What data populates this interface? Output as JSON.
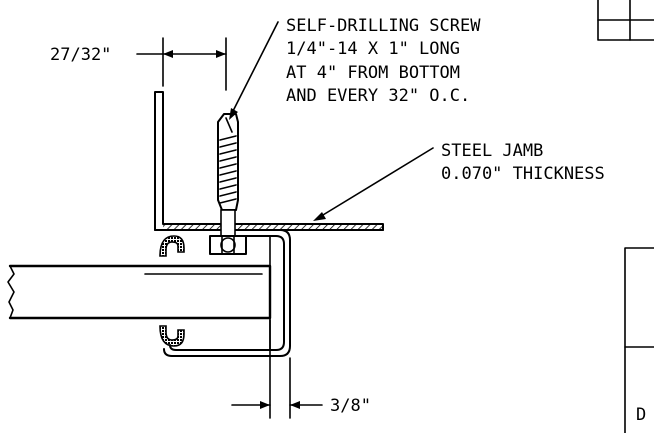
{
  "dimensions": {
    "top_offset": "27/32\"",
    "bottom_offset": "3/8\""
  },
  "callouts": {
    "screw": {
      "lines": [
        "SELF-DRILLING SCREW",
        "1/4\"-14 X 1\" LONG",
        "AT 4\" FROM BOTTOM",
        "AND EVERY 32\" O.C."
      ]
    },
    "jamb": {
      "lines": [
        "STEEL JAMB",
        "0.070\" THICKNESS"
      ]
    }
  },
  "partial_letter": "D"
}
